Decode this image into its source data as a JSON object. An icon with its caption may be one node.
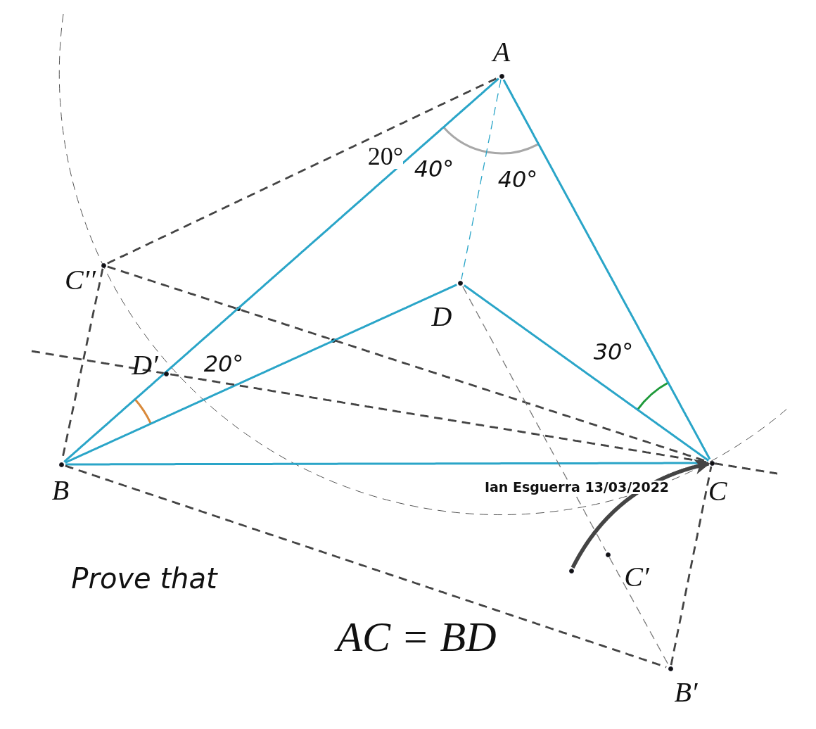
{
  "diagram": {
    "nodes": [
      {
        "text": [
          "A"
        ]
      },
      {
        "text": [
          "C′′"
        ]
      },
      {
        "text": [
          "D"
        ]
      },
      {
        "text": [
          "D′"
        ]
      },
      {
        "text": [
          "B"
        ]
      },
      {
        "text": [
          "C"
        ]
      },
      {
        "text": [
          "C′"
        ]
      },
      {
        "text": [
          "B′"
        ]
      },
      {
        "text": [],
        "shape": "circle"
      }
    ],
    "edges": [
      {
        "from": 0,
        "to": 4,
        "arrow": "none",
        "color": "#2aa5c8"
      },
      {
        "from": 0,
        "to": 5,
        "arrow": "none",
        "color": "#2aa5c8"
      },
      {
        "from": 4,
        "to": 5,
        "arrow": "none",
        "color": "#2aa5c8"
      },
      {
        "from": 4,
        "to": 2,
        "arrow": "none",
        "color": "#2aa5c8"
      },
      {
        "from": 2,
        "to": 5,
        "arrow": "none",
        "color": "#2aa5c8"
      },
      {
        "from": 0,
        "to": 2,
        "arrow": "none",
        "style": "dashed",
        "color": "#2aa5c8"
      },
      {
        "from": 1,
        "to": 0,
        "arrow": "none",
        "style": "dashed"
      },
      {
        "from": 1,
        "to": 4,
        "arrow": "none",
        "style": "dashed"
      },
      {
        "from": 4,
        "to": 7,
        "arrow": "none",
        "style": "dashed"
      },
      {
        "from": 7,
        "to": 5,
        "arrow": "none",
        "style": "dashed"
      },
      {
        "from": 1,
        "to": 5,
        "arrow": "none",
        "style": "dashed"
      },
      {
        "from": 3,
        "to": 5,
        "arrow": "none",
        "style": "dashed"
      },
      {
        "from": 2,
        "to": 6,
        "arrow": "none",
        "style": "dashed",
        "color": "#777777"
      },
      {
        "from": 6,
        "to": 7,
        "arrow": "none",
        "style": "dashed",
        "color": "#777777"
      },
      {
        "from": 8,
        "to": 5,
        "arrow": "to",
        "style": "thick"
      },
      {
        "from": null,
        "to": 3,
        "arrow": "none",
        "style": "dashed"
      },
      {
        "from": 5,
        "to": null,
        "arrow": "none",
        "style": "dashed"
      }
    ],
    "labels": [
      "20°",
      "40°",
      "40°",
      "20°",
      "30°",
      "Ian Esguerra 13/03/2022",
      "Prove that",
      "AC = BD"
    ]
  }
}
